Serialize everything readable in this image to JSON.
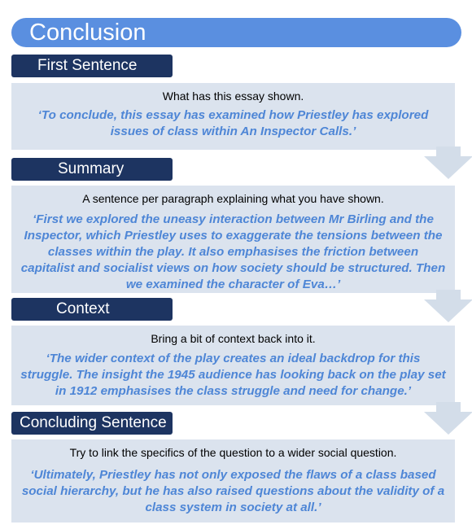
{
  "title": "Conclusion",
  "sections": [
    {
      "label": "First Sentence",
      "instruction": "What has this essay shown.",
      "example": "‘To conclude, this essay has examined how Priestley has explored issues of class within An Inspector Calls.’"
    },
    {
      "label": "Summary",
      "instruction": "A sentence per paragraph explaining what you have shown.",
      "example": "‘First we explored the uneasy interaction between Mr Birling and the Inspector, which Priestley uses to exaggerate the tensions between the classes within the play. It also emphasises the friction between capitalist and socialist views on how society should be structured. Then we examined the character of Eva…’"
    },
    {
      "label": "Context",
      "instruction": "Bring a bit of context back into it.",
      "example": "‘The wider context of the play creates an ideal backdrop for this struggle. The insight the 1945 audience has looking back on the play set in 1912 emphasises the class struggle and need for change.’"
    },
    {
      "label": "Concluding Sentence",
      "instruction": "Try to link the specifics of the question to a wider social question.",
      "example": "‘Ultimately, Priestley has not only exposed the flaws of a class based social hierarchy, but he has also raised questions about the validity of a class system in society at all.’"
    }
  ]
}
